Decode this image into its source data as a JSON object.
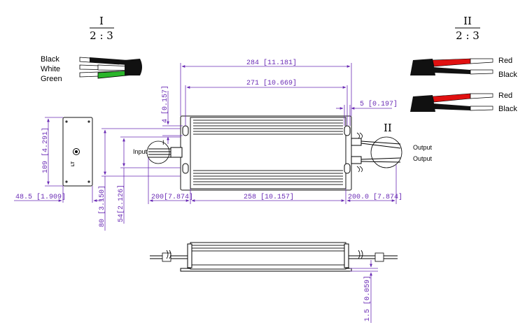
{
  "detail_I": {
    "roman": "I",
    "scale": "2 : 3",
    "wires": [
      "Black",
      "White",
      "Green"
    ]
  },
  "detail_II": {
    "roman": "II",
    "scale": "2 : 3",
    "wires_top": [
      "Red",
      "Black"
    ],
    "wires_bottom": [
      "Red",
      "Black"
    ]
  },
  "colors": {
    "dimension": "#6a2bb5",
    "wire_black": "#111111",
    "wire_white": "#ffffff",
    "wire_green": "#2ab52a",
    "wire_red": "#e01010"
  },
  "labels": {
    "input": "Input",
    "output_1": "Output",
    "output_2": "Output",
    "marker_I": "I",
    "marker_II": "II",
    "logo_text": "LT"
  },
  "dimensions": {
    "overall_length": "284 [11.181]",
    "mount_pitch": "271 [10.669]",
    "tab_width": "5 [0.197]",
    "slot_width": "4 [0.157]",
    "end_height": "109 [4.291]",
    "end_width": "48.5 [1.909]",
    "overall_width": "80 [3.150]",
    "body_width": "54[2.126]",
    "input_lead": "200[7.874]",
    "body_length": "258 [10.157]",
    "output_lead": "200.0 [7.874]",
    "base_thickness": "1.5 [0.059]"
  }
}
